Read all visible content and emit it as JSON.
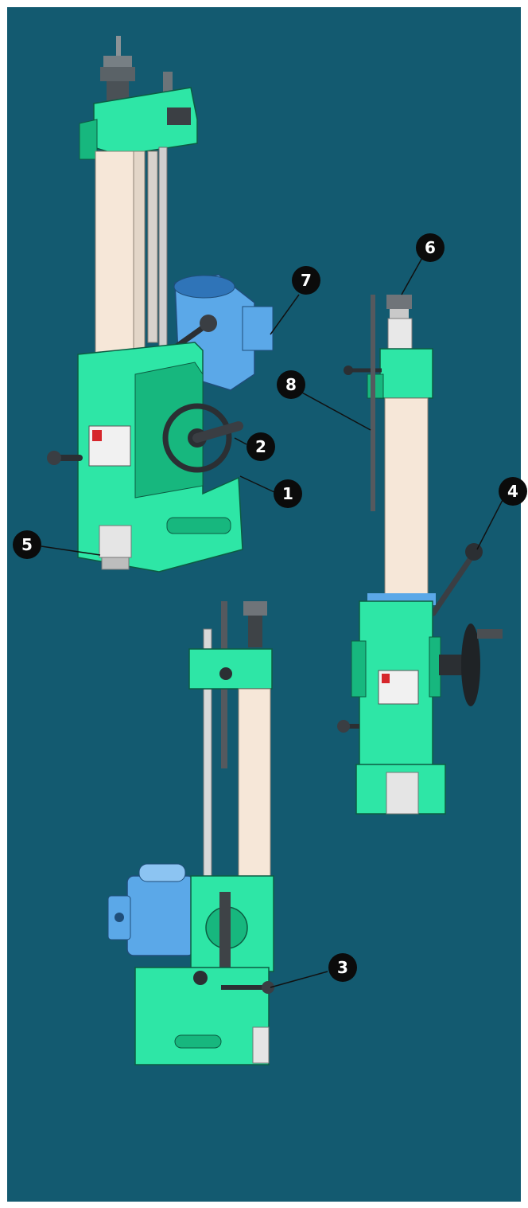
{
  "colors": {
    "background": "#135a70",
    "body_green": "#2ee6a6",
    "body_green_dark": "#17b77e",
    "column_cream": "#f6e7d8",
    "motor_blue": "#5ba8e8",
    "handle_dark": "#2b2f33",
    "callout_fill": "#0b0b0b"
  },
  "callouts": [
    {
      "id": "1",
      "label": "1"
    },
    {
      "id": "2",
      "label": "2"
    },
    {
      "id": "3",
      "label": "3"
    },
    {
      "id": "4",
      "label": "4"
    },
    {
      "id": "5",
      "label": "5"
    },
    {
      "id": "6",
      "label": "6"
    },
    {
      "id": "7",
      "label": "7"
    },
    {
      "id": "8",
      "label": "8"
    }
  ],
  "labels": {
    "warning_plate_1": "",
    "warning_plate_2": ""
  }
}
